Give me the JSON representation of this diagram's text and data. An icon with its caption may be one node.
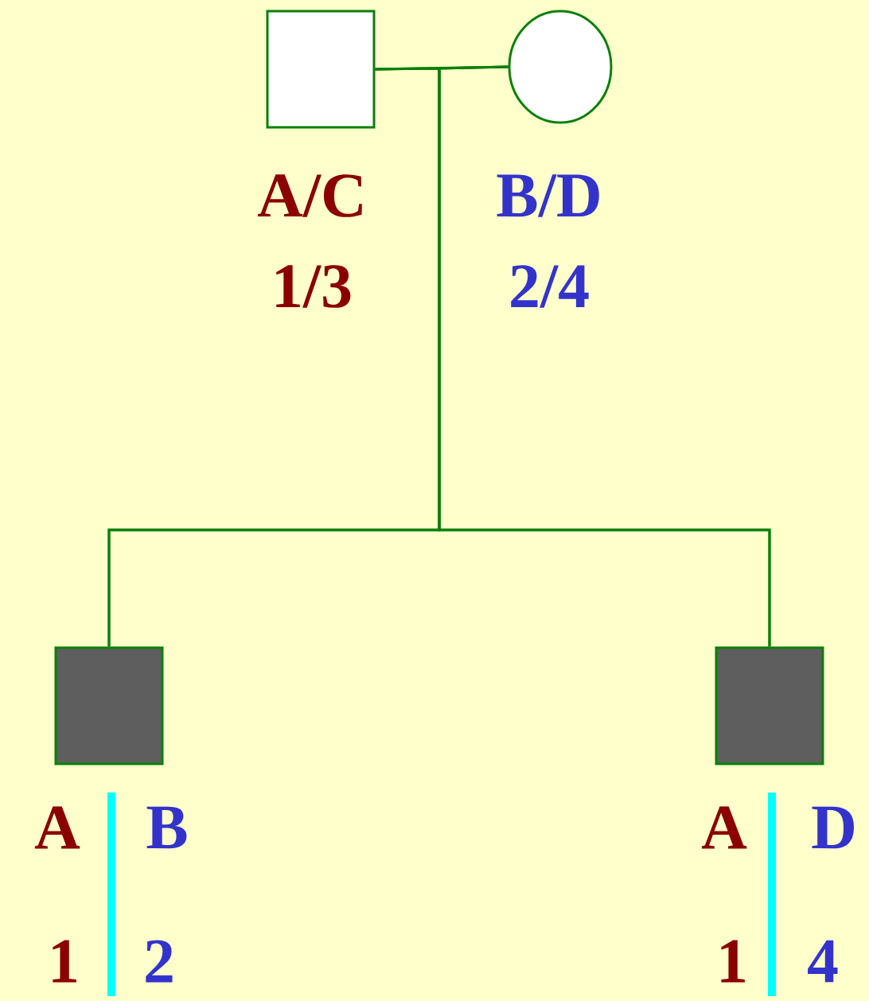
{
  "diagram": {
    "nodes": [
      {
        "text": [],
        "shape": "box",
        "beside": [
          "A/C",
          "1/3"
        ]
      },
      {
        "text": [],
        "shape": "circle",
        "beside": [
          "B/D",
          "2/4"
        ]
      },
      {
        "text": [],
        "shape": "box",
        "beside": [
          "A",
          "B",
          "1",
          "2"
        ]
      },
      {
        "text": [],
        "shape": "box",
        "beside": [
          "A",
          "D",
          "1",
          "4"
        ]
      }
    ],
    "edges": [
      {
        "from": 0,
        "to": 1,
        "arrow": "none"
      },
      {
        "from": 0,
        "to": 2,
        "arrow": "none"
      },
      {
        "from": 1,
        "to": 2,
        "arrow": "none"
      },
      {
        "from": 0,
        "to": 3,
        "arrow": "none"
      },
      {
        "from": 1,
        "to": 3,
        "arrow": "none"
      }
    ]
  }
}
